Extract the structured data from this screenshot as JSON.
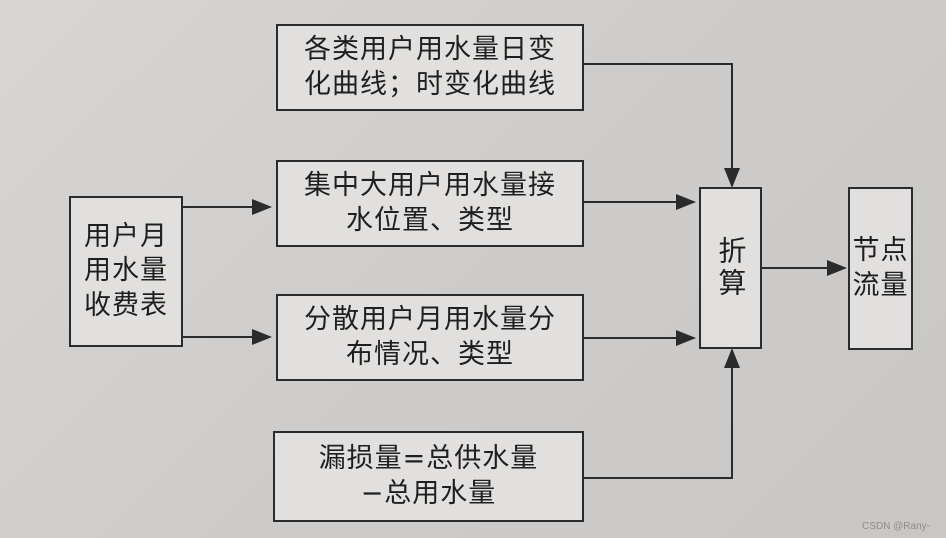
{
  "nodes": {
    "source": "用户月\n用水量\n收费表",
    "daily_curve": "各类用户用水量日变\n化曲线；时变化曲线",
    "concentrated": "集中大用户用水量接\n水位置、类型",
    "distributed": "分散用户月用水量分\n布情况、类型",
    "leakage": "漏损量=总供水量\n−总用水量",
    "convert": "折算",
    "node_flow": "节点\n流量"
  },
  "watermark": "CSDN @Rany-",
  "colors": {
    "background": "#d3d1cf",
    "box_fill": "#e2e0de",
    "line": "#2b2b2b"
  }
}
